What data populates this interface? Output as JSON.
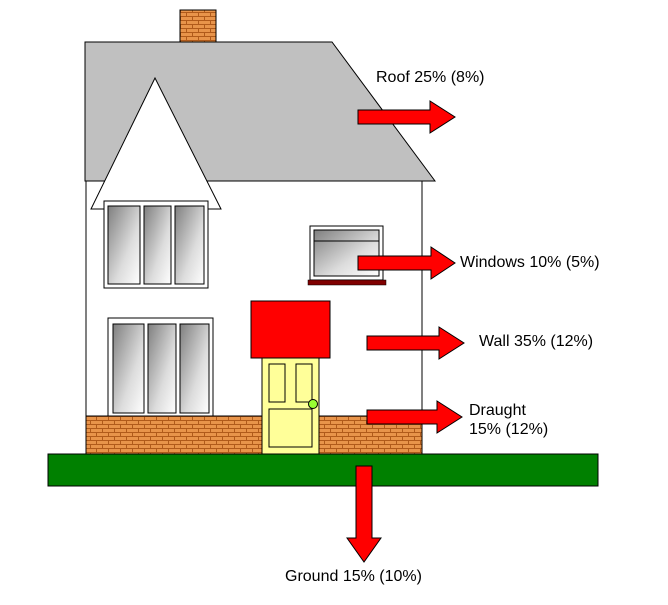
{
  "colors": {
    "arrow": "#ff0000",
    "roof": "#c0c0c0",
    "ground": "#008000",
    "brick": "#e8944a",
    "door": "#ffff99",
    "canopy": "#ff0000",
    "wall": "#ffffff",
    "sill": "#800000"
  },
  "labels": {
    "roof": "Roof 25% (8%)",
    "windows": "Windows 10% (5%)",
    "wall": "Wall 35% (12%)",
    "draught_line1": "Draught",
    "draught_line2": "15% (12%)",
    "ground": "Ground 15% (10%)"
  },
  "icons": {
    "house": "house-icon",
    "arrow": "arrow-right-icon",
    "arrow_down": "arrow-down-icon"
  }
}
